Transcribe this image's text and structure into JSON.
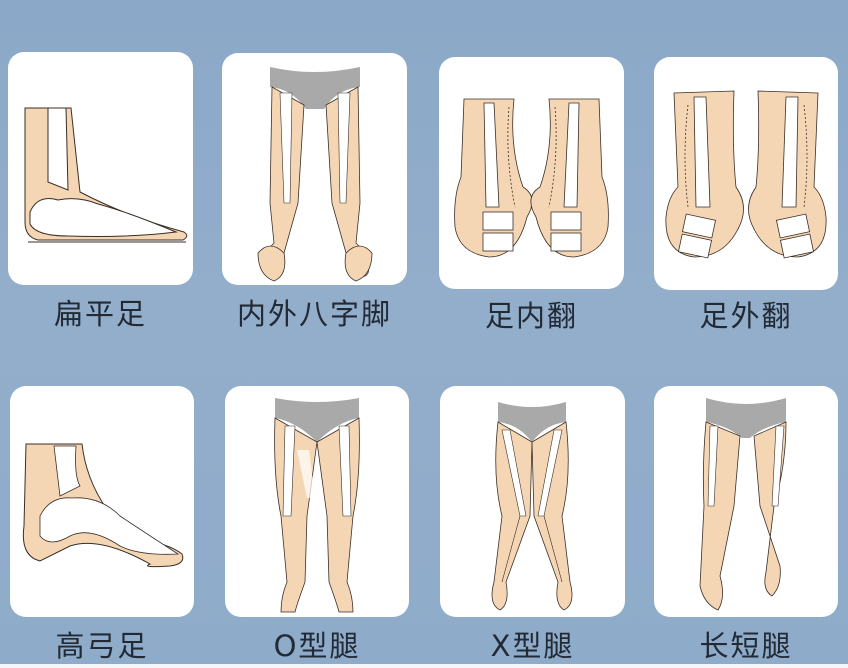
{
  "colors": {
    "background": "#8ea9c8",
    "card": "#ffffff",
    "skin": "#f5d6b4",
    "bone": "#ffffff",
    "outline": "#3a2e28",
    "pelvis": "#a9a9a9",
    "label_text": "#222a35"
  },
  "panels": [
    {
      "id": "flat-foot",
      "label": "扁平足"
    },
    {
      "id": "in-out-toeing",
      "label": "内外八字脚"
    },
    {
      "id": "foot-inversion",
      "label": "足内翻"
    },
    {
      "id": "foot-eversion",
      "label": "足外翻"
    },
    {
      "id": "high-arch",
      "label": "高弓足"
    },
    {
      "id": "o-legs",
      "label": "O型腿"
    },
    {
      "id": "x-legs",
      "label": "X型腿"
    },
    {
      "id": "leg-length-discrepancy",
      "label": "长短腿"
    }
  ]
}
